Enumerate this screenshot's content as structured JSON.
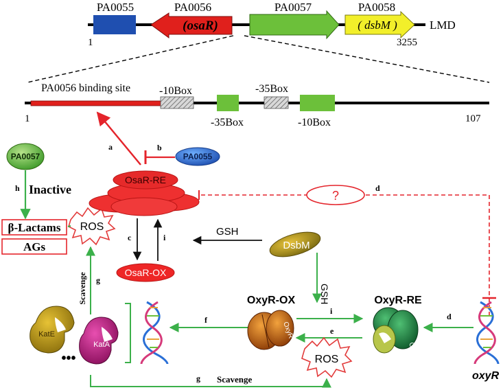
{
  "genome": {
    "genes": [
      {
        "locus": "PA0055",
        "name": ""
      },
      {
        "locus": "PA0056",
        "name": "(osaR)"
      },
      {
        "locus": "PA0057",
        "name": ""
      },
      {
        "locus": "PA0058",
        "name": "( dsbM )"
      }
    ],
    "strain": "LMD",
    "start": "1",
    "end": "3255"
  },
  "promoter": {
    "start": "1",
    "end": "107",
    "binding_site": "PA0056 binding site",
    "boxes": [
      "-10Box",
      "-35Box",
      "-35Box",
      "-10Box"
    ]
  },
  "nodes": {
    "pa0057": "PA0057",
    "pa0055": "PA0055",
    "osar_re": "OsaR-RE",
    "osar_ox": "OsaR-OX",
    "dsbm": "DsbM",
    "ros_upper": "ROS",
    "ros_lower": "ROS",
    "oxyr_ox": "OxyR-OX",
    "oxyr_re": "OxyR-RE",
    "oxyr_sub": "OxyR",
    "oxyr_gene": "oxyR",
    "kate": "KatE",
    "kata": "KatA",
    "dots": "•••",
    "question": "?"
  },
  "labels": {
    "inactive": "Inactive",
    "beta_lactams": "β-Lactams",
    "ags": "AGs",
    "gsh_left": "GSH",
    "gsh_down": "GSH",
    "scavenge_vertical": "Scavenge",
    "scavenge_bottom": "Scavenge"
  },
  "edge_letters": {
    "a": "a",
    "b": "b",
    "c": "c",
    "i_left": "i",
    "d_top": "d",
    "h": "h",
    "g_left": "g",
    "f": "f",
    "i_mid": "i",
    "e": "e",
    "d_right": "d",
    "g_bottom": "g"
  },
  "colors": {
    "gene_blue": "#1f4fb0",
    "gene_red": "#e0201c",
    "gene_green": "#6cc03a",
    "gene_yellow": "#f2ef2a",
    "arrow_green": "#3bb04a",
    "inhibit_red": "#e4242b",
    "ros_red": "#e23a3a",
    "box_hatch": "#9a9a9a"
  }
}
